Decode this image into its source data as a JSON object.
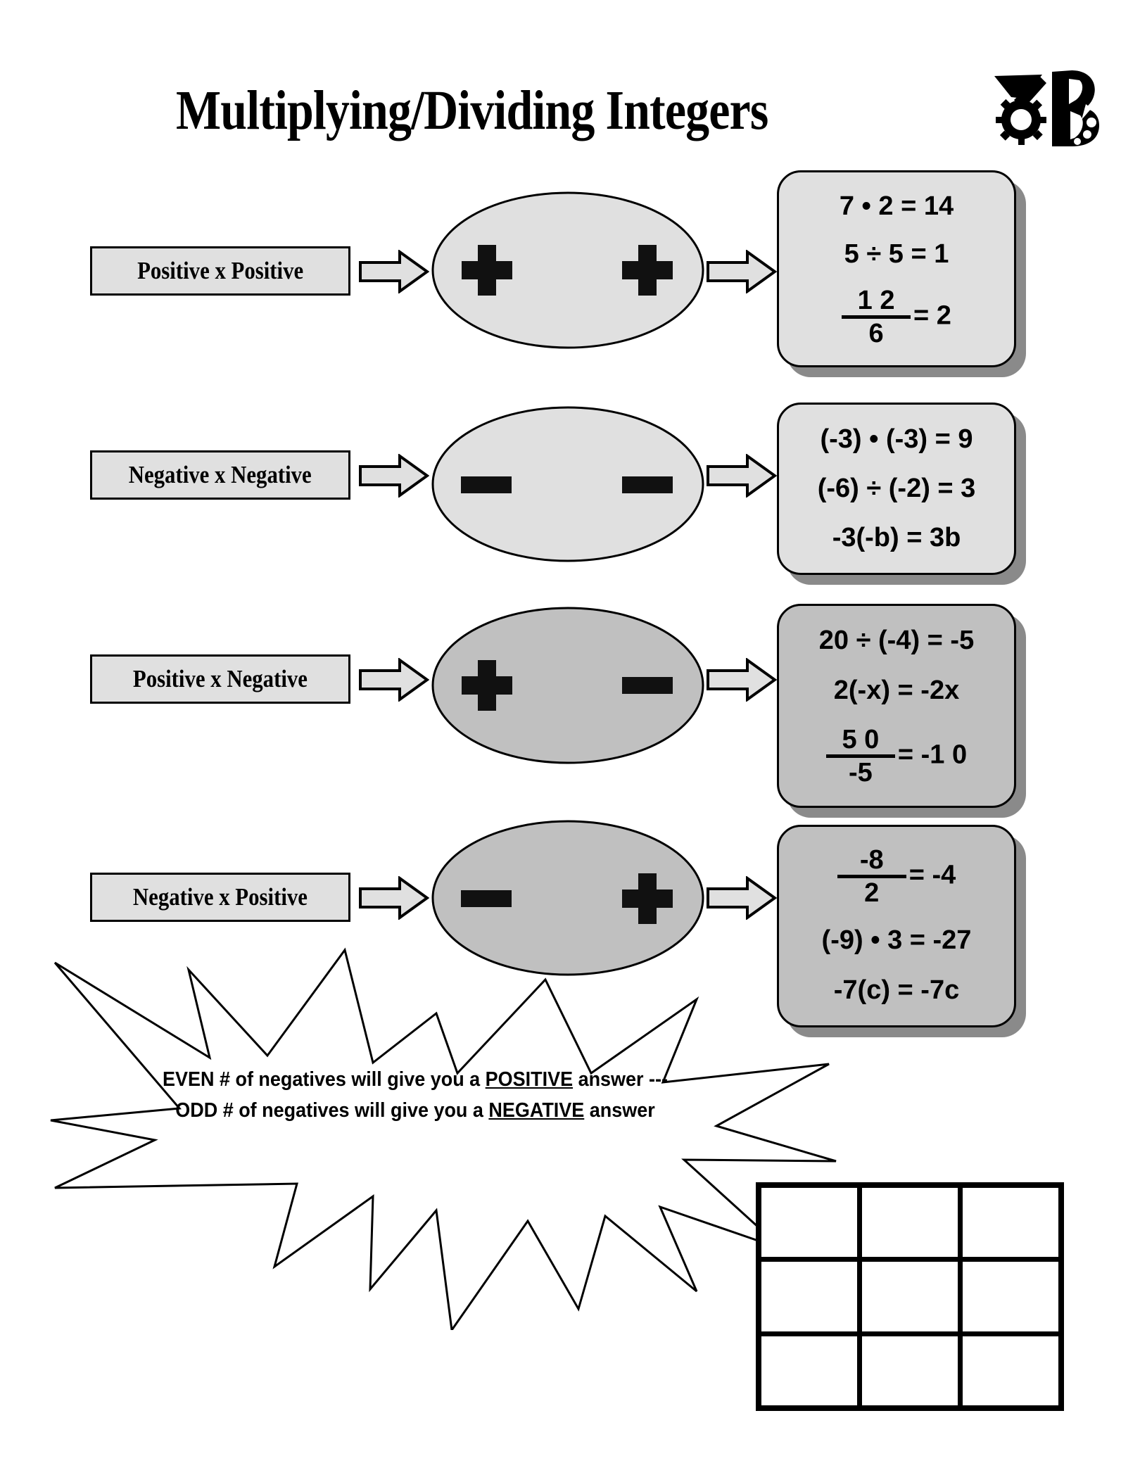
{
  "header": {
    "title": "Multiplying/Dividing Integers",
    "brand": "3B"
  },
  "colors": {
    "light_gray": "#e0e0e0",
    "mid_gray": "#c0c0c0",
    "shadow_gray": "#8a8a8a",
    "outline": "#000000",
    "page_bg": "#ffffff"
  },
  "rows": [
    {
      "label": "Positive x Positive",
      "ellipse_fill": "#e0e0e0",
      "card_fill": "#e0e0e0",
      "signs": [
        "plus",
        "plus"
      ],
      "sign_left": "plus-icon",
      "sign_right": "plus-icon",
      "examples": [
        {
          "kind": "inline",
          "text": "7 • 2 = 14"
        },
        {
          "kind": "inline",
          "text": "5 ÷ 5 = 1"
        },
        {
          "kind": "fraction",
          "numerator": "1 2",
          "denominator": "6",
          "result": "= 2"
        }
      ]
    },
    {
      "label": "Negative x Negative",
      "ellipse_fill": "#e0e0e0",
      "card_fill": "#e0e0e0",
      "signs": [
        "minus",
        "minus"
      ],
      "sign_left": "minus-icon",
      "sign_right": "minus-icon",
      "examples": [
        {
          "kind": "inline",
          "text": "(-3) • (-3) = 9"
        },
        {
          "kind": "inline",
          "text": "(-6) ÷ (-2) = 3"
        },
        {
          "kind": "inline",
          "text": "-3(-b) = 3b"
        }
      ]
    },
    {
      "label": "Positive x Negative",
      "ellipse_fill": "#c0c0c0",
      "card_fill": "#c0c0c0",
      "signs": [
        "plus",
        "minus"
      ],
      "sign_left": "plus-icon",
      "sign_right": "minus-icon",
      "examples": [
        {
          "kind": "inline",
          "text": "20 ÷ (-4) = -5"
        },
        {
          "kind": "inline",
          "text": "2(-x) = -2x"
        },
        {
          "kind": "fraction",
          "numerator": "5 0",
          "denominator": "-5",
          "result": "= -1 0"
        }
      ]
    },
    {
      "label": "Negative x Positive",
      "ellipse_fill": "#c0c0c0",
      "card_fill": "#c0c0c0",
      "signs": [
        "minus",
        "plus"
      ],
      "sign_left": "minus-icon",
      "sign_right": "plus-icon",
      "examples": [
        {
          "kind": "fraction",
          "numerator": "-8",
          "denominator": "2",
          "result": "=  -4"
        },
        {
          "kind": "inline",
          "text": "(-9) • 3 = -27"
        },
        {
          "kind": "inline",
          "text": "-7(c) = -7c"
        }
      ]
    }
  ],
  "starburst": {
    "line1_pre": "EVEN # of negatives will give you a ",
    "line1_emphasis": "POSITIVE",
    "line1_post": " answer ---",
    "line2_pre": "ODD # of negatives will give you a ",
    "line2_emphasis": "NEGATIVE",
    "line2_post": " answer"
  },
  "answer_grid": {
    "rows": 3,
    "cols": 3,
    "cells": [
      "",
      "",
      "",
      "",
      "",
      "",
      "",
      "",
      ""
    ]
  }
}
